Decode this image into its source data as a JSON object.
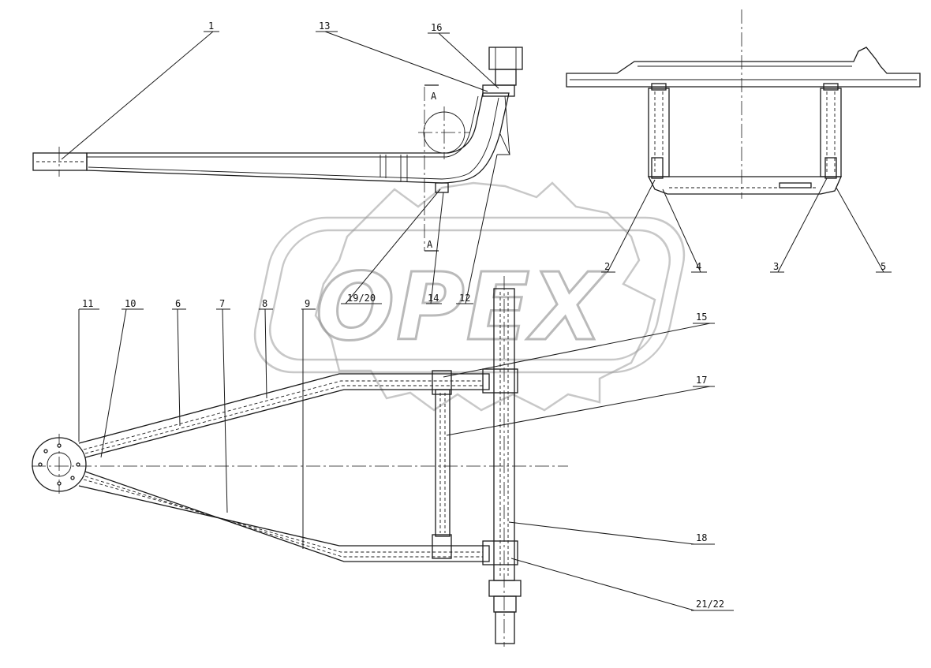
{
  "watermark": {
    "text": "OPEX"
  },
  "section_marks": {
    "top": "A",
    "bottom": "A"
  },
  "callouts": [
    {
      "id": "c1",
      "label": "1"
    },
    {
      "id": "c13",
      "label": "13"
    },
    {
      "id": "c16",
      "label": "16"
    },
    {
      "id": "c2",
      "label": "2"
    },
    {
      "id": "c4",
      "label": "4"
    },
    {
      "id": "c3",
      "label": "3"
    },
    {
      "id": "c5",
      "label": "5"
    },
    {
      "id": "c1920",
      "label": "19/20"
    },
    {
      "id": "c14",
      "label": "14"
    },
    {
      "id": "c12",
      "label": "12"
    },
    {
      "id": "c11",
      "label": "11"
    },
    {
      "id": "c10",
      "label": "10"
    },
    {
      "id": "c6",
      "label": "6"
    },
    {
      "id": "c7",
      "label": "7"
    },
    {
      "id": "c8",
      "label": "8"
    },
    {
      "id": "c9",
      "label": "9"
    },
    {
      "id": "c15",
      "label": "15"
    },
    {
      "id": "c17",
      "label": "17"
    },
    {
      "id": "c18",
      "label": "18"
    },
    {
      "id": "c2122",
      "label": "21/22"
    }
  ]
}
